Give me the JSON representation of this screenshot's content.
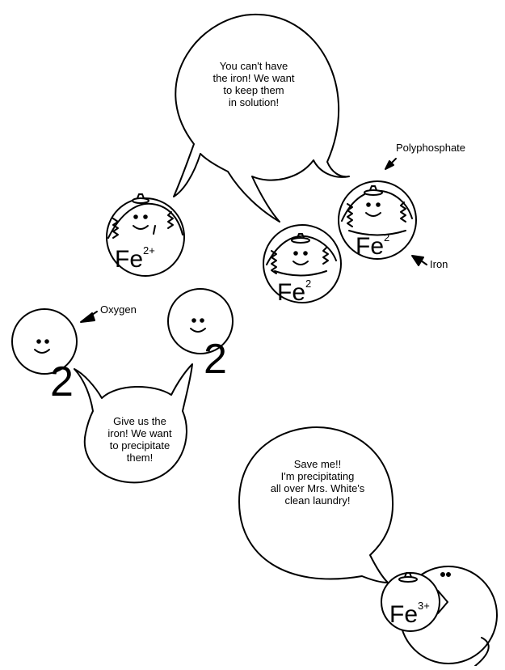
{
  "bubbles": {
    "polyphosphate_speech": [
      "You can't have",
      "the iron! We want",
      "to keep them",
      "in solution!"
    ],
    "oxygen_speech": [
      "Give us the",
      "iron! We want",
      "to precipitate",
      "them!"
    ],
    "ferric_speech": [
      "Save me!!",
      "I'm precipitating",
      "all over Mrs. White's",
      "clean laundry!"
    ]
  },
  "labels": {
    "polyphosphate": "Polyphosphate",
    "iron": "Iron",
    "oxygen": "Oxygen"
  },
  "ions": {
    "ferrous": {
      "symbol": "Fe",
      "charge": "2+"
    },
    "ferrous_cut": {
      "symbol": "Fe",
      "charge": "2"
    },
    "ferric": {
      "symbol": "Fe",
      "charge": "3+"
    }
  },
  "oxygen_subscript": "2"
}
